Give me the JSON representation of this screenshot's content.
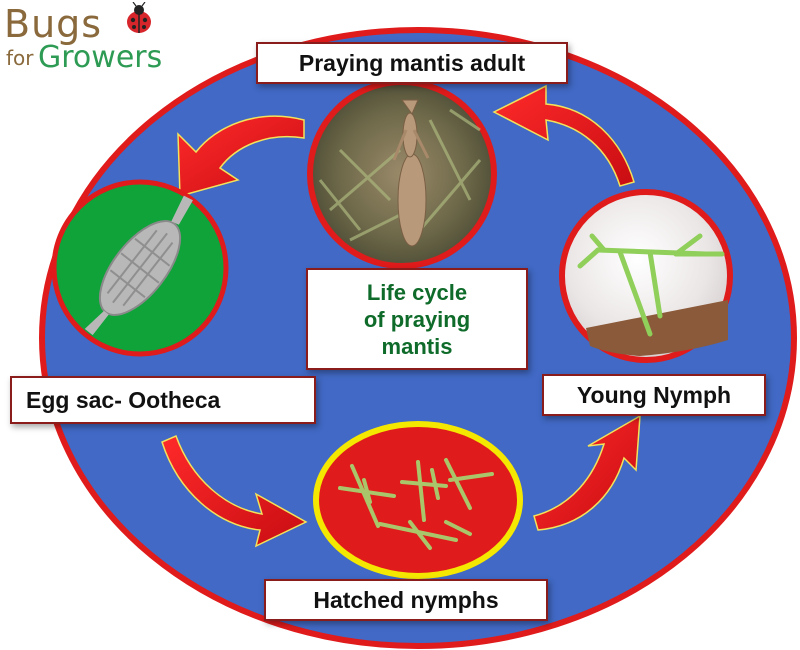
{
  "logo": {
    "line1": "Bugs",
    "line2_small": "for",
    "line2_large": "Growers"
  },
  "diagram": {
    "center_title": "Life cycle\nof praying\nmantis",
    "stages": [
      {
        "label": "Praying mantis adult",
        "image_icon": "adult-mantis-photo",
        "ring_color": "#e01b1b"
      },
      {
        "label": "Egg sac- Ootheca",
        "image_icon": "ootheca-photo",
        "ring_color": "#e01b1b"
      },
      {
        "label": "Hatched nymphs",
        "image_icon": "hatched-nymphs-photo",
        "ring_color": "#f5e800"
      },
      {
        "label": "Young Nymph",
        "image_icon": "young-nymph-photo",
        "ring_color": "#e01b1b"
      }
    ]
  },
  "colors": {
    "background_oval": "#4169c5",
    "oval_border": "#e01b1b",
    "arrow": "#e8131b",
    "egg_circle_fill": "#0fa33a",
    "nymph_circle_fill": "#e01b1b",
    "title_green": "#0e6b2a",
    "logo_brown": "#8a6a3c",
    "logo_green": "#2e9b54"
  }
}
